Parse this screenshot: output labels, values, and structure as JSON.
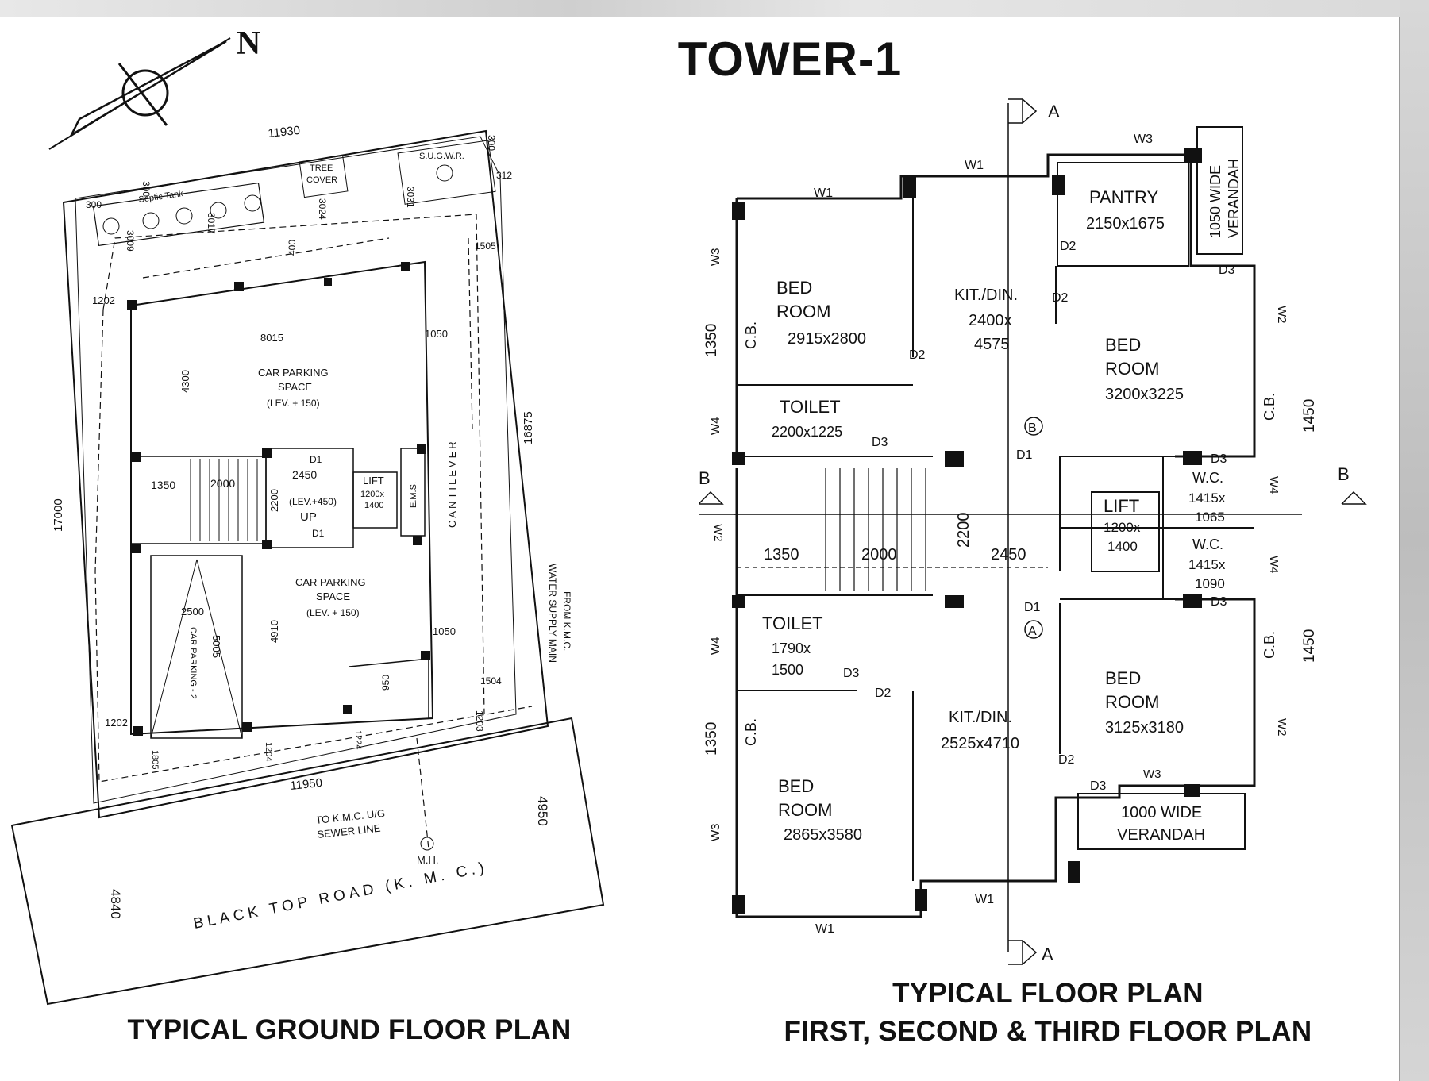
{
  "title": "TOWER-1",
  "north_label": "N",
  "captions": {
    "ground": "TYPICAL GROUND FLOOR PLAN",
    "typical_line1": "TYPICAL FLOOR PLAN",
    "typical_line2": "FIRST, SECOND & THIRD FLOOR PLAN"
  },
  "ground": {
    "dim_top": "11930",
    "dim_bottom": "11950",
    "dim_left": "17000",
    "dim_right": "16875",
    "road_dim_left": "4840",
    "road_dim_right": "4950",
    "septic": "Septic Tank",
    "tree": [
      "TREE",
      "COVER"
    ],
    "sugwr": "S.U.G.W.R.",
    "parking_upper": [
      "CAR PARKING",
      "SPACE",
      "(LEV. + 150)"
    ],
    "parking_lower": [
      "CAR PARKING",
      "SPACE",
      "(LEV. + 150)"
    ],
    "parking2": "CAR PARKING - 2",
    "lift": [
      "LIFT",
      "1200x",
      "1400"
    ],
    "ems": "E.M.S.",
    "cantilever": "CANTILEVER",
    "up": "UP",
    "lev450": "(LEV.+450)",
    "d1": "D1",
    "dims": {
      "d8015": "8015",
      "d1050a": "1050",
      "d4300": "4300",
      "d1350": "1350",
      "d2000": "2000",
      "d2450": "2450",
      "d2200": "2200",
      "d2500": "2500",
      "d5005": "5005",
      "d4910": "4910",
      "d1050b": "1050",
      "d950": "950",
      "d1504": "1504",
      "d1202a": "1202",
      "d1202b": "1202",
      "d1203": "1203",
      "d1805": "1805",
      "d1204": "1204",
      "d1224": "1224",
      "d300a": "300",
      "d300b": "300",
      "d300c": "300",
      "d312": "312",
      "d3009": "3009",
      "d3017": "3017",
      "d3024": "3024",
      "d3031": "3031",
      "d1505": "1505",
      "d400": "400"
    },
    "road": "BLACK TOP ROAD (K. M. C.)",
    "sewer": [
      "TO K.M.C. U/G",
      "SEWER LINE"
    ],
    "mh": "M.H.",
    "water": [
      "FROM K.M.C.",
      "WATER SUPPLY MAIN"
    ]
  },
  "typical": {
    "bed1": [
      "BED",
      "ROOM",
      "2915x2800"
    ],
    "kit1": [
      "KIT./DIN.",
      "2400x",
      "4575"
    ],
    "pantry": [
      "PANTRY",
      "2150x1675"
    ],
    "verandah1": [
      "1050 WIDE",
      "VERANDAH"
    ],
    "bed2": [
      "BED",
      "ROOM",
      "3200x3225"
    ],
    "toilet1": [
      "TOILET",
      "2200x1225"
    ],
    "wc1": [
      "W.C.",
      "1415x",
      "1065"
    ],
    "lift": [
      "LIFT",
      "1200x",
      "1400"
    ],
    "wc2": [
      "W.C.",
      "1415x",
      "1090"
    ],
    "toilet2": [
      "TOILET",
      "1790x",
      "1500"
    ],
    "kit2": [
      "KIT./DIN.",
      "2525x4710"
    ],
    "bed3": [
      "BED",
      "ROOM",
      "3125x3180"
    ],
    "bed4": [
      "BED",
      "ROOM",
      "2865x3580"
    ],
    "verandah2": [
      "1000 WIDE",
      "VERANDAH"
    ],
    "dims": {
      "d1350a": "1350",
      "d1350b": "1350",
      "d1450a": "1450",
      "d1450b": "1450",
      "d1350s": "1350",
      "d2000": "2000",
      "d2200": "2200",
      "d2450": "2450"
    },
    "cb": "C.B.",
    "section_a": "A",
    "section_b": "B",
    "grid_a": "A",
    "grid_b": "B",
    "w1": "W1",
    "w2": "W2",
    "w3": "W3",
    "w4": "W4",
    "d1": "D1",
    "d2": "D2",
    "d3": "D3"
  }
}
